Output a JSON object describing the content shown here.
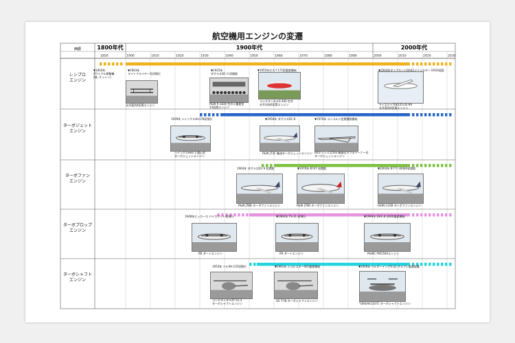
{
  "title": "航空機用エンジンの変遷",
  "header": {
    "left_label": "西暦",
    "eras": [
      {
        "label": "1800年代",
        "start": 1850,
        "end": 1900
      },
      {
        "label": "1900年代",
        "start": 1900,
        "end": 2000
      },
      {
        "label": "2000年代",
        "start": 2000,
        "end": 2035
      }
    ],
    "years": [
      "1850",
      "1900",
      "1910",
      "1920",
      "1930",
      "1940",
      "1950",
      "1960",
      "1970",
      "1980",
      "1990",
      "2000",
      "2010",
      "2020",
      "2030"
    ]
  },
  "rows": [
    {
      "label": "レシプロ エンジン",
      "label_lines": [
        "レシプロ",
        "エンジン"
      ],
      "color": "#f0b21a",
      "bar_start_dashed": 1850,
      "bar_solid_start": 1900,
      "bar_solid_end": 2015,
      "notes": [
        {
          "lines": [
            "▼1850年",
            "4サイクル原動機",
            "(独, オットー)"
          ]
        },
        {
          "lines": [
            "▼1903年",
            "ライトフライヤー号初飛行"
          ]
        },
        {
          "lines": [
            "▼1935年",
            "ダグラスDC-3 初就航"
          ]
        },
        {
          "lines": [
            "▼1955年セスナ172型量産開始"
          ]
        },
        {
          "lines": [
            "▼2004年ダイアモンドDA42ツインスター EASA認証"
          ]
        }
      ],
      "captions": [
        {
          "lines": [
            "水冷直列4気筒エンジン"
          ]
        },
        {
          "lines": [
            "P&W R-1830 空冷二重星型",
            "14気筒エンジン"
          ]
        },
        {
          "lines": [
            "コンチネンタル0-300 空冷",
            "水平対向6気筒エンジン"
          ]
        },
        {
          "lines": [
            "ティエルトTAE125-02-99",
            "水冷直列4気筒エンジン"
          ]
        }
      ]
    },
    {
      "label": "ターボジェット エンジン",
      "label_lines": [
        "ターボジェット",
        "エンジン"
      ],
      "color": "#2563c8",
      "bar_start_dashed": 1930,
      "bar_solid_start": 1939,
      "bar_solid_end": 2015,
      "notes": [
        {
          "lines": [
            "1939年 ハインケルHe178初飛行"
          ]
        },
        {
          "lines": [
            "▼1958年 ダグラスDC-8"
          ]
        },
        {
          "lines": [
            "▼1976年 コンコルド定期運航開始"
          ]
        }
      ],
      "captions": [
        {
          "lines": [
            "ハインケルHeS 3 遠心式",
            "ターボジェットエンジン"
          ]
        },
        {
          "lines": [
            "P&W JT3C 軸流ターボジェットエンジン"
          ]
        },
        {
          "lines": [
            "RRオリンパス593 軸流式アフタバーナー付",
            "ターボジェットエンジン"
          ]
        }
      ]
    },
    {
      "label": "ターボファン エンジン",
      "label_lines": [
        "ターボファン",
        "エンジン"
      ],
      "color": "#7dc242",
      "bar_start_dashed": 1955,
      "bar_solid_start": 1960,
      "bar_solid_end": 2015,
      "notes": [
        {
          "lines": [
            "1964年 ダグラスDC-9 初就航"
          ]
        },
        {
          "lines": [
            "▼1970年 B747 初就航"
          ]
        },
        {
          "lines": [
            "▼2004年 B777-300ER初就航"
          ]
        }
      ],
      "captions": [
        {
          "lines": [
            "P&W JT8D ターボファンエンジン"
          ]
        },
        {
          "lines": [
            "P&W JT9D ターボファンエンジン"
          ]
        },
        {
          "lines": [
            "GE90-115B ターボファンエンジン"
          ]
        }
      ]
    },
    {
      "label": "ターボプロップ エンジン",
      "label_lines": [
        "ターボプロップ",
        "エンジン"
      ],
      "color": "#e592e0",
      "bar_start_dashed": 1937,
      "bar_solid_start": 1950,
      "bar_solid_end": 2015,
      "notes": [
        {
          "lines": [
            "1948年ビッカース バイカウント初飛行"
          ]
        },
        {
          "lines": [
            "▼1962年 YS-11 初飛行"
          ]
        },
        {
          "lines": [
            "▼1999年 DHC-8 Q400量産開始"
          ]
        }
      ],
      "captions": [
        {
          "lines": [
            "RR ダートエンジン"
          ]
        },
        {
          "lines": [
            "RR ダートエンジン"
          ]
        },
        {
          "lines": [
            "P&WC PW150Aエンジン"
          ]
        }
      ]
    },
    {
      "label": "ターボシャフト エンジン",
      "label_lines": [
        "ターボシャフト",
        "エンジン"
      ],
      "color": "#22d3e0",
      "bar_start_dashed": 1950,
      "bar_solid_start": 1953,
      "bar_solid_end": 2015,
      "notes": [
        {
          "lines": [
            "1954年 ベルXH-13F初飛行"
          ]
        },
        {
          "lines": [
            "▼1961年 シコルスキーS61量産開始"
          ]
        },
        {
          "lines": [
            "▼2006年 ベルボーイングV-22 オスプレ量産配備"
          ]
        }
      ],
      "captions": [
        {
          "lines": [
            "コンチネンタルXT-51-3",
            "ターボシャフトエンジン"
          ]
        },
        {
          "lines": [
            "GE T-58 ターボシャフトエンジン"
          ]
        },
        {
          "lines": [
            "T406/AE1107C ターボシャフトエンジン"
          ]
        }
      ]
    }
  ]
}
